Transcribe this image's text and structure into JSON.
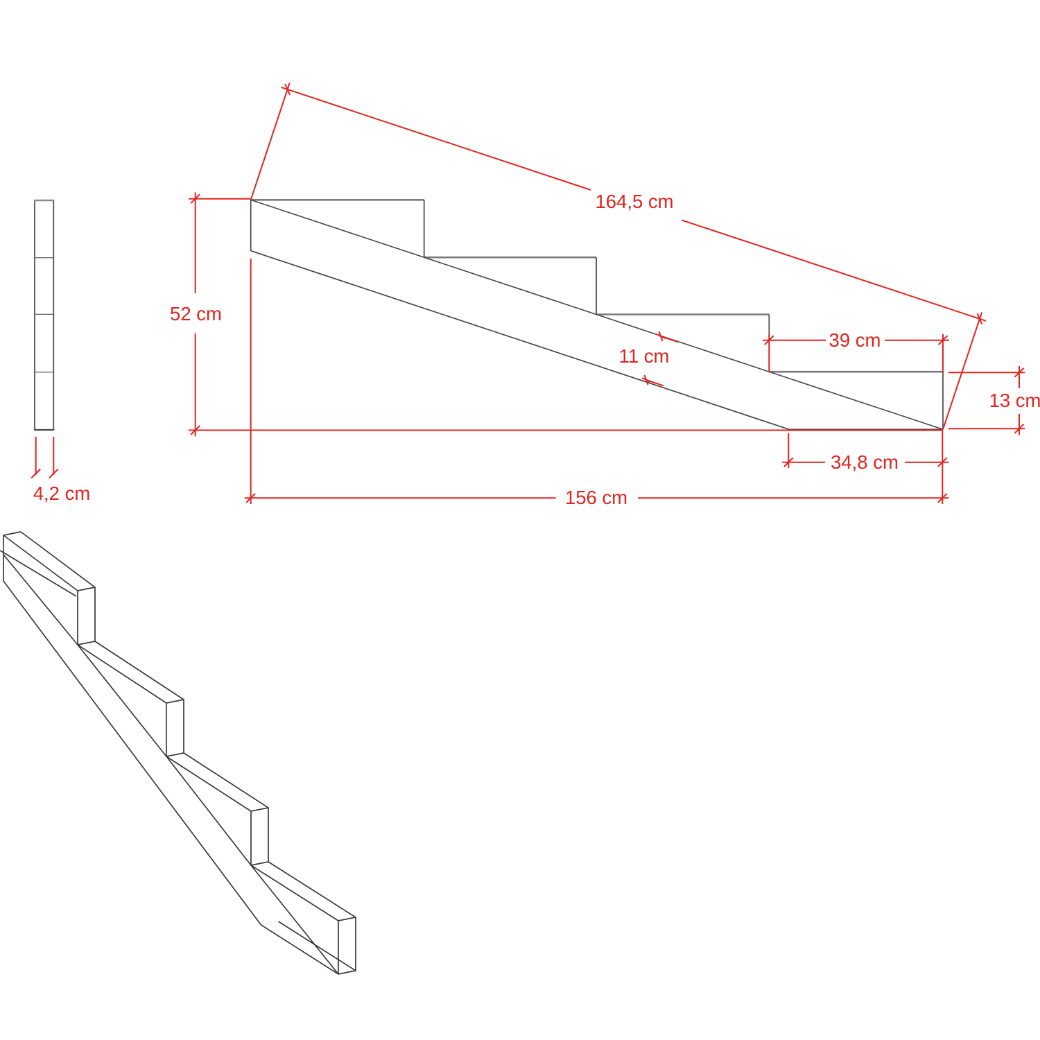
{
  "drawing": {
    "type": "technical-drawing",
    "subject": "stair-stringer",
    "background_color": "#ffffff",
    "dimension_color": "#e2241f",
    "edge_color_dark": "#474747",
    "edge_color_gray": "#7a7a7a",
    "labels": {
      "slope_length": "164,5 cm",
      "total_height": "52 cm",
      "stringer_width": "11 cm",
      "tread_depth": "39 cm",
      "end_height": "13 cm",
      "bottom_offset": "34,8 cm",
      "total_run": "156 cm",
      "plate_thickness": "4,2 cm"
    },
    "values": {
      "slope_length_cm": 164.5,
      "total_height_cm": 52,
      "stringer_width_cm": 11,
      "tread_depth_cm": 39,
      "end_height_cm": 13,
      "bottom_offset_cm": 34.8,
      "total_run_cm": 156,
      "plate_thickness_cm": 4.2,
      "step_count": 4
    }
  }
}
